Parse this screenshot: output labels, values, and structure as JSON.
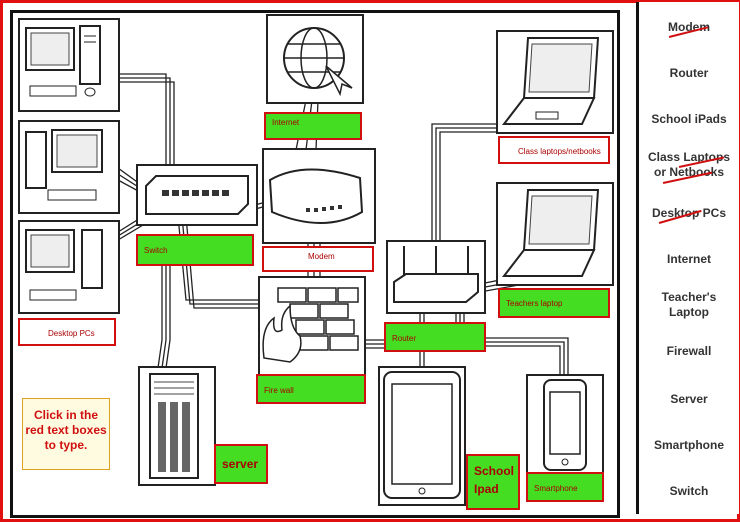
{
  "labels": {
    "internet": "Internet",
    "modem": "Modem",
    "switch": "Switch",
    "desktop": "Desktop PCs",
    "firewall": "Fire wall",
    "server": "server",
    "router": "Router",
    "class_laptops": "Class laptops/netbooks",
    "teachers_laptop": "Teachers laptop",
    "school_ipad": "School Ipad",
    "smartphone": "Smartphone"
  },
  "help_text": "Click in the red text boxes to type.",
  "word_bank": [
    {
      "text": "Modem",
      "crossed": true
    },
    {
      "text": "Router",
      "crossed": false
    },
    {
      "text": "School iPads",
      "crossed": false
    },
    {
      "text": "Class Laptops or Netbooks",
      "crossed": true
    },
    {
      "text": "Desktop PCs",
      "crossed": true
    },
    {
      "text": "Internet",
      "crossed": false
    },
    {
      "text": "Teacher's Laptop",
      "crossed": false
    },
    {
      "text": "Firewall",
      "crossed": false
    },
    {
      "text": "Server",
      "crossed": false
    },
    {
      "text": "Smartphone",
      "crossed": false
    },
    {
      "text": "Switch",
      "crossed": false
    }
  ],
  "colors": {
    "accent_red": "#d01010",
    "label_green": "#44dd22"
  }
}
